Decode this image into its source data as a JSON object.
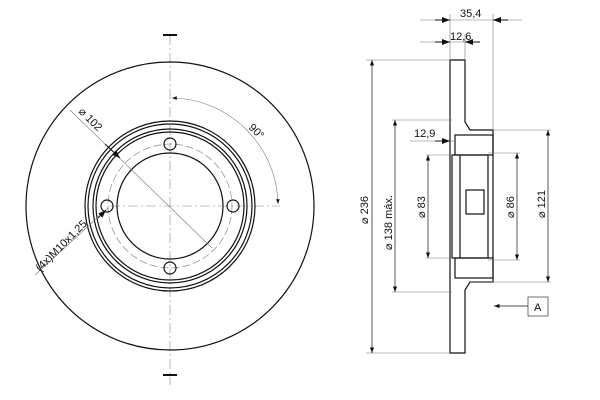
{
  "front_view": {
    "dia_bolt_circle": "⌀ 102",
    "angle": "90°",
    "thread": "(4x)M10x1,25"
  },
  "section_view": {
    "total_height": "35,4",
    "disc_thickness": "12,6",
    "hub_offset": "12,9",
    "dia_outer": "⌀ 236",
    "dia_max": "⌀ 138 máx.",
    "dia_center": "⌀ 83",
    "dia_hub_inner": "⌀ 86",
    "dia_hub_outer": "⌀ 121",
    "datum": "A"
  }
}
